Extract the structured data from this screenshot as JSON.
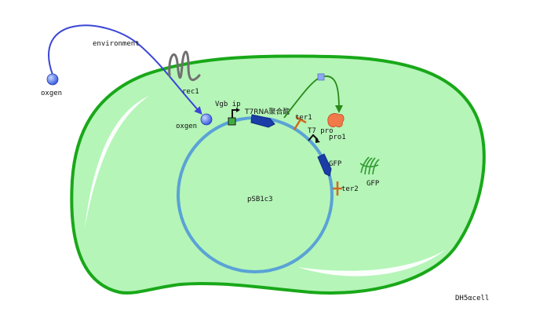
{
  "labels": {
    "environment": "environment",
    "oxygen_outside": "oxgen",
    "oxygen_inside": "oxgen",
    "receptor": "rec1",
    "promoter_vgb": "Vgb ip",
    "polymerase_gene": "T7RNA聚合酶",
    "terminator1": "ter1",
    "promoter_t7": "T7 pro",
    "protein_pro1": "pro1",
    "gfp_gene": "GFP",
    "gfp_protein": "GFP",
    "terminator2": "ter2",
    "plasmid": "pSB1c3",
    "cell": "DH5αcell"
  },
  "colors": {
    "cell_fill": "#b5f5b8",
    "cell_border": "#1aa61a",
    "plasmid_ring": "#5aa2d6",
    "gene_cds": "#1a3da8",
    "oxygen_ball": "#4a6fe8",
    "arrow_blue": "#3a45d6",
    "arrow_green": "#2a8a1a",
    "terminator": "#d2691e",
    "protein_orange": "#f07a4a",
    "gfp_green": "#3fbf3f"
  }
}
